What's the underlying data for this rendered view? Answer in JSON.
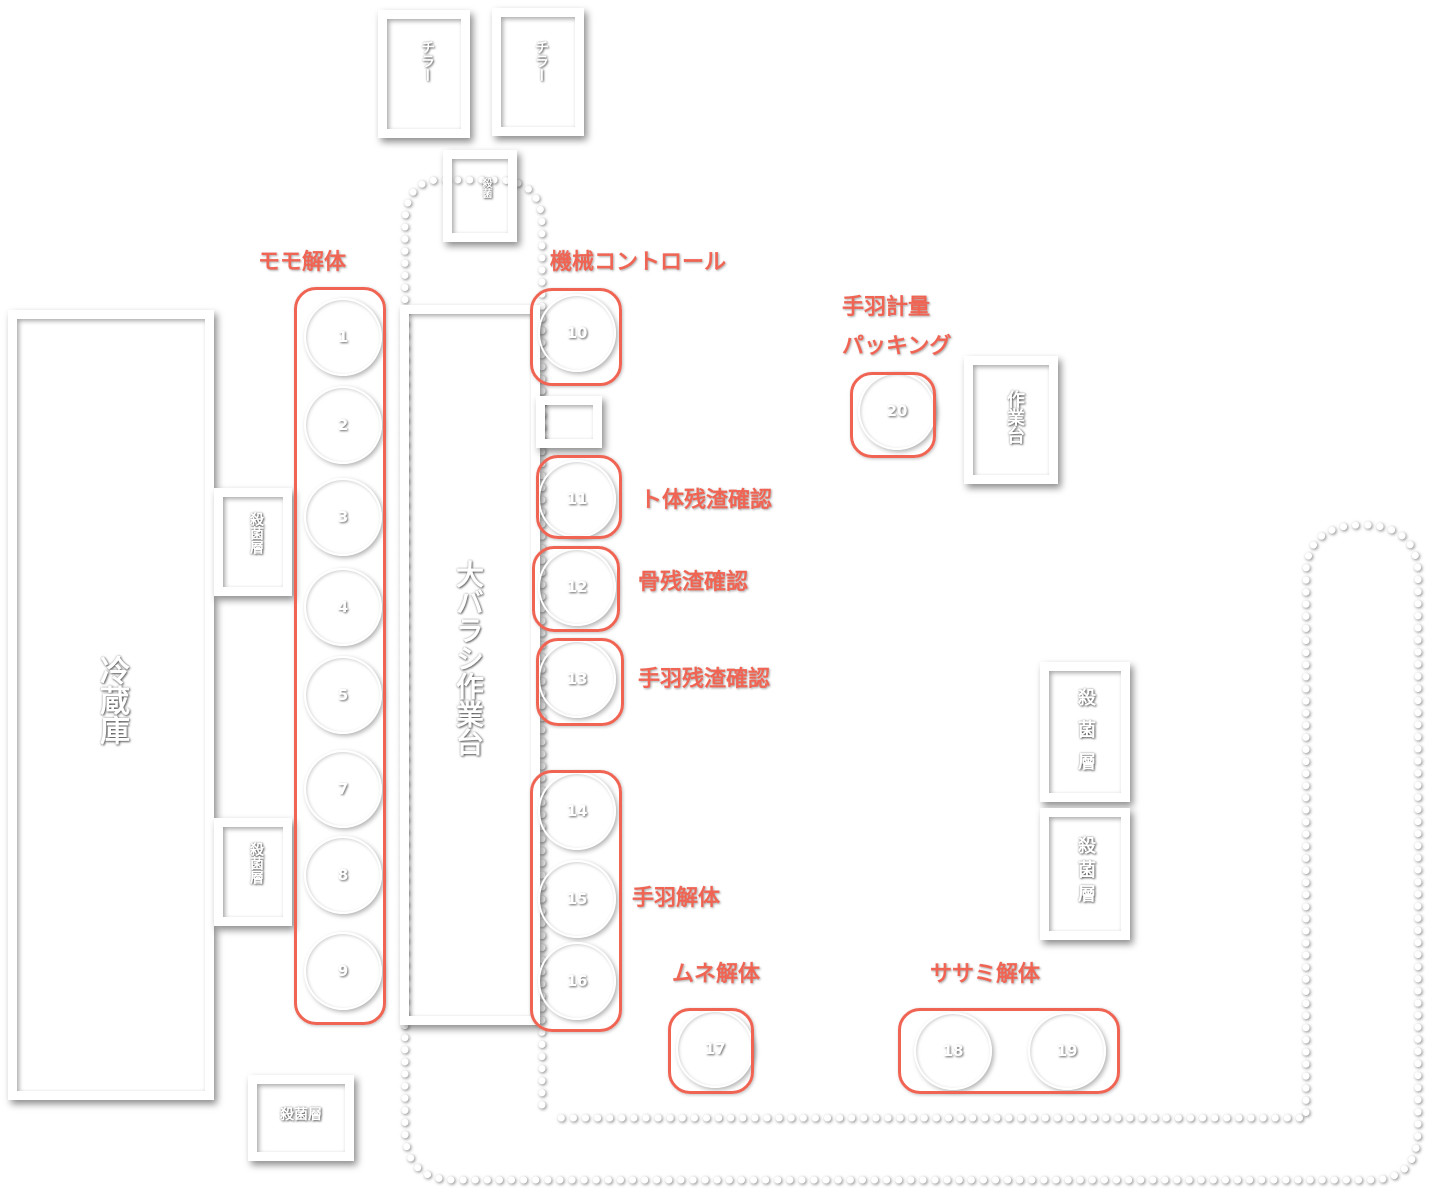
{
  "equipment": {
    "cooler_left": "チラー",
    "cooler_right": "チラー",
    "sterilizer_top": "殺菌",
    "refrigerator": "冷蔵庫",
    "sterilizer_left_1": "殺菌層",
    "sterilizer_left_2": "殺菌層",
    "sterilizer_bottom": "殺菌層",
    "main_table": "大バラシ作業台",
    "work_table_right": "作業台",
    "sterilizer_right_1": "殺菌層",
    "sterilizer_right_2": "殺菌層"
  },
  "stations": {
    "s1": "1",
    "s2": "2",
    "s3": "3",
    "s4": "4",
    "s5": "5",
    "s6": "7",
    "s7": "8",
    "s8": "9",
    "s10": "10",
    "s11": "11",
    "s12": "12",
    "s13": "13",
    "s14": "14",
    "s15": "15",
    "s16": "16",
    "s17": "17",
    "s18": "18",
    "s19": "19",
    "s20": "20"
  },
  "labels": {
    "momo": "モモ解体",
    "machine_control": "機械コントロール",
    "tebasaki_weighing_1": "手羽計量",
    "tebasaki_weighing_2": "パッキング",
    "body_residue": "ト体残渣確認",
    "bone_residue": "骨残渣確認",
    "tebasaki_residue": "手羽残渣確認",
    "tebasaki_dismantle": "手羽解体",
    "mune": "ムネ解体",
    "sasami": "ササミ解体"
  },
  "colors": {
    "accent": "#f06454",
    "outline": "#ffffff"
  }
}
